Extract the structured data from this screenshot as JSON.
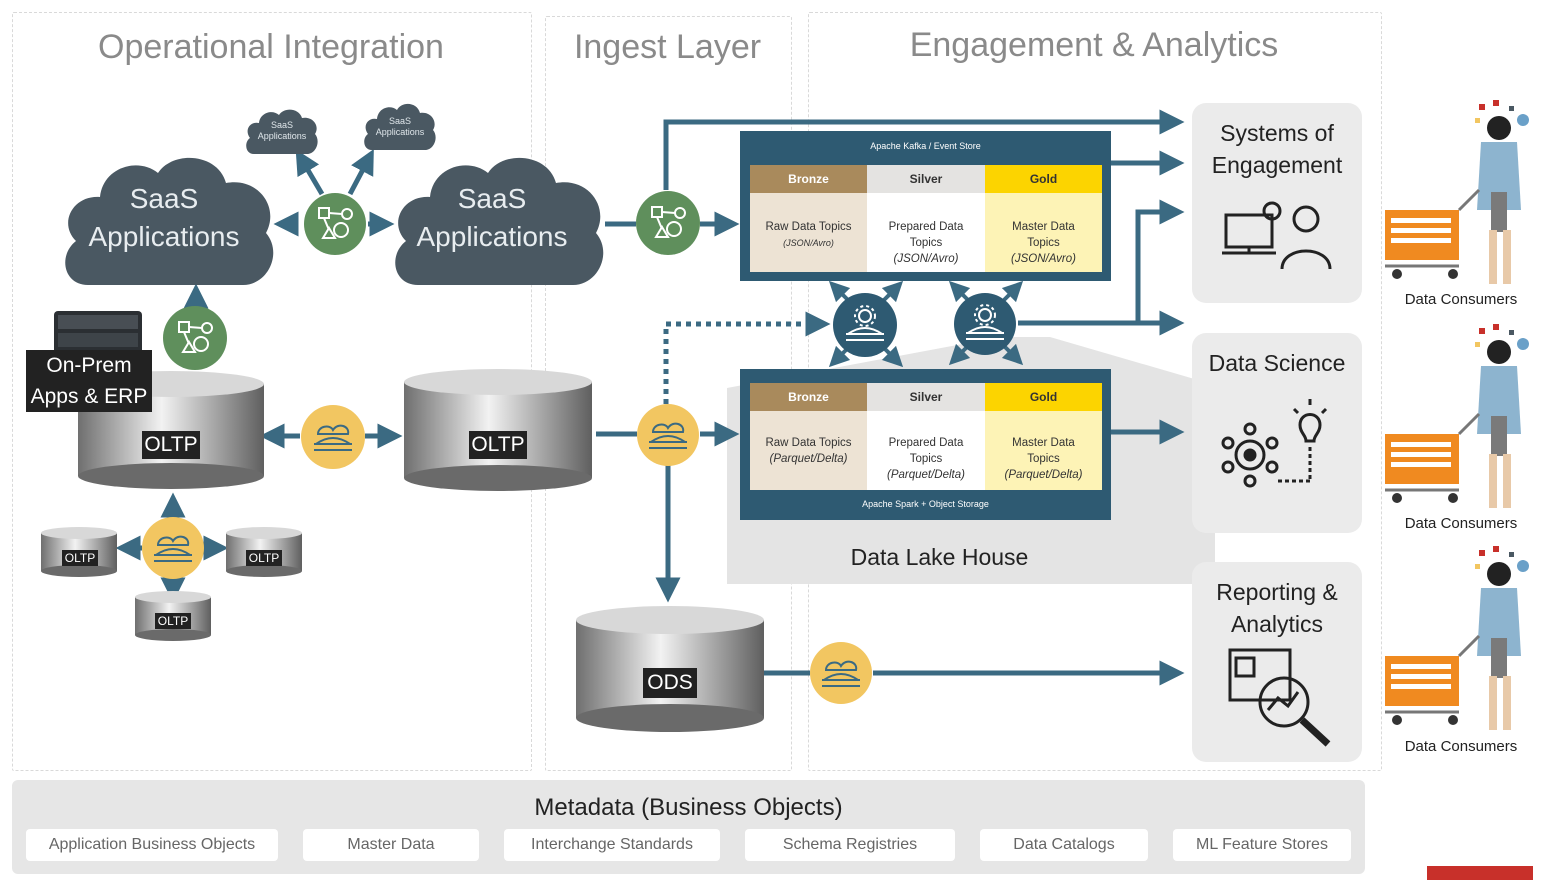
{
  "sections": {
    "operational": "Operational Integration",
    "ingest": "Ingest Layer",
    "engagement": "Engagement & Analytics"
  },
  "saas": {
    "left": "SaaS Applications",
    "right": "SaaS Applications",
    "small1": "SaaS Applications",
    "small2": "SaaS Applications"
  },
  "onprem": {
    "line1": "On-Prem",
    "line2": "Apps & ERP"
  },
  "db": {
    "oltp_main": "OLTP",
    "oltp_mid": "OLTP",
    "oltp_small1": "OLTP",
    "oltp_small2": "OLTP",
    "oltp_small3": "OLTP",
    "ods": "ODS"
  },
  "kafka": {
    "title": "Apache Kafka / Event Store",
    "bronze": "Bronze",
    "silver": "Silver",
    "gold": "Gold",
    "bronze_body": "Raw Data Topics",
    "bronze_fmt": "(JSON/Avro)",
    "silver_body": "Prepared Data Topics",
    "silver_fmt": "(JSON/Avro)",
    "gold_body": "Master Data Topics",
    "gold_fmt": "(JSON/Avro)"
  },
  "spark": {
    "title": "Apache Spark + Object Storage",
    "bronze": "Bronze",
    "silver": "Silver",
    "gold": "Gold",
    "bronze_body": "Raw Data Topics",
    "bronze_fmt": "(Parquet/Delta)",
    "silver_body": "Prepared Data Topics",
    "silver_fmt": "(Parquet/Delta)",
    "gold_body": "Master Data Topics",
    "gold_fmt": "(Parquet/Delta)"
  },
  "lakehouse": "Data Lake House",
  "consumers": {
    "engagement": "Systems of Engagement",
    "science": "Data Science",
    "reporting": "Reporting & Analytics"
  },
  "data_consumers": [
    "Data Consumers",
    "Data Consumers",
    "Data Consumers"
  ],
  "metadata": {
    "title": "Metadata (Business Objects)",
    "items": [
      "Application Business Objects",
      "Master Data",
      "Interchange Standards",
      "Schema Registries",
      "Data Catalogs",
      "ML Feature Stores"
    ]
  },
  "colors": {
    "arrow": "#3b6a82",
    "cloud": "#4a5862",
    "green_badge": "#5f8f5c",
    "yellow_badge": "#f2c661",
    "store": "#2e5a72",
    "bronze": "#a98a5c",
    "silver": "#e4e3e1",
    "gold": "#fcd400",
    "accent_red": "#c8302a"
  }
}
